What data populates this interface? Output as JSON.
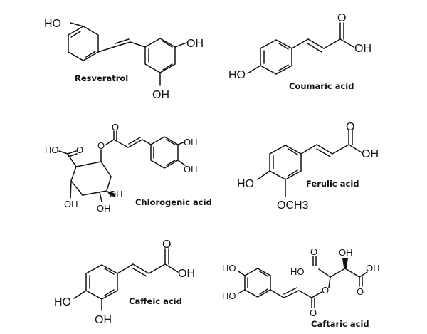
{
  "molecules": [
    {
      "name": "Resveratrol",
      "labels": {
        "ho": "HO",
        "oh_right": "OH",
        "oh_bottom": "OH"
      }
    },
    {
      "name": "Coumaric acid",
      "labels": {
        "carbonyl_o": "O",
        "oh": "OH",
        "ho": "HO"
      }
    },
    {
      "name": "Chlorogenic acid",
      "labels": {
        "acid_ho": "HO",
        "acid_o": "O",
        "ester_o": "O",
        "carbonyl_o": "O",
        "oh_top": "OH",
        "oh_bottom": "OH",
        "ring_oh_right": "OH",
        "ring_oh_left": "OH",
        "ring_oh_mid": "OH"
      }
    },
    {
      "name": "Ferulic acid",
      "labels": {
        "carbonyl_o": "O",
        "oh": "OH",
        "ho": "HO",
        "methoxy": "OCH3"
      }
    },
    {
      "name": "Caffeic acid",
      "labels": {
        "carbonyl_o": "O",
        "oh_acid": "OH",
        "ho": "HO",
        "oh_ring": "OH"
      }
    },
    {
      "name": "Caftaric acid",
      "labels": {
        "ho_top": "HO",
        "ho_bottom": "HO",
        "ester_o": "O",
        "carbonyl_o": "O",
        "oh_top": "OH",
        "ho_acid": "HO",
        "acid_o_left": "O",
        "oh_acid_right": "OH",
        "acid_o_right": "O"
      }
    }
  ]
}
